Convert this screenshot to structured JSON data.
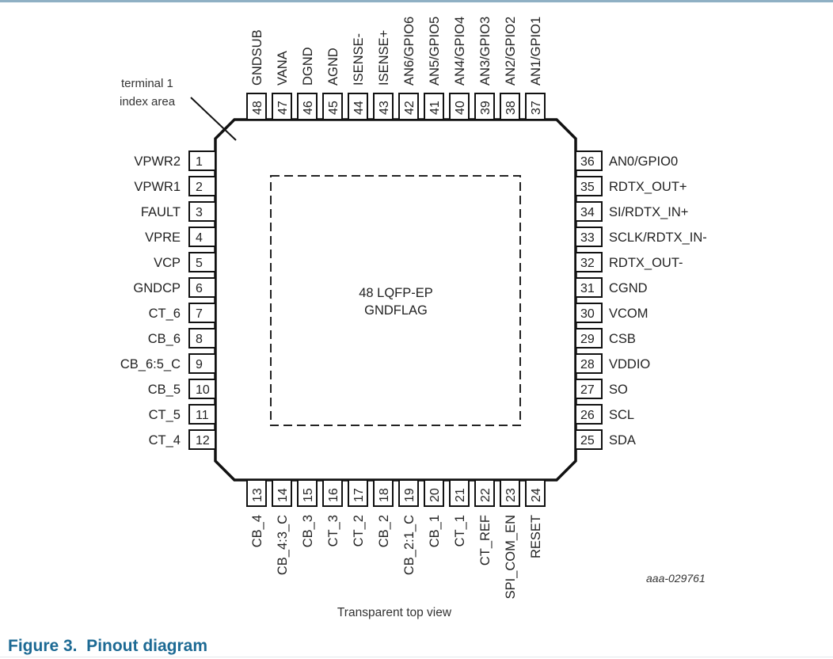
{
  "figure": {
    "caption": "Figure 3.  Pinout diagram",
    "package_label": "48 LQFP-EP",
    "exposed_pad_label": "GNDFLAG",
    "terminal_note_line1": "terminal 1",
    "terminal_note_line2": "index area",
    "view_label": "Transparent top view",
    "drawing_code": "aaa-029761",
    "accent_color": "#1d6a94"
  },
  "pins": {
    "left": [
      {
        "num": "1",
        "name": "VPWR2"
      },
      {
        "num": "2",
        "name": "VPWR1"
      },
      {
        "num": "3",
        "name": "FAULT"
      },
      {
        "num": "4",
        "name": "VPRE"
      },
      {
        "num": "5",
        "name": "VCP"
      },
      {
        "num": "6",
        "name": "GNDCP"
      },
      {
        "num": "7",
        "name": "CT_6"
      },
      {
        "num": "8",
        "name": "CB_6"
      },
      {
        "num": "9",
        "name": "CB_6:5_C"
      },
      {
        "num": "10",
        "name": "CB_5"
      },
      {
        "num": "11",
        "name": "CT_5"
      },
      {
        "num": "12",
        "name": "CT_4"
      }
    ],
    "bottom": [
      {
        "num": "13",
        "name": "CB_4"
      },
      {
        "num": "14",
        "name": "CB_4:3_C"
      },
      {
        "num": "15",
        "name": "CB_3"
      },
      {
        "num": "16",
        "name": "CT_3"
      },
      {
        "num": "17",
        "name": "CT_2"
      },
      {
        "num": "18",
        "name": "CB_2"
      },
      {
        "num": "19",
        "name": "CB_2:1_C"
      },
      {
        "num": "20",
        "name": "CB_1"
      },
      {
        "num": "21",
        "name": "CT_1"
      },
      {
        "num": "22",
        "name": "CT_REF"
      },
      {
        "num": "23",
        "name": "SPI_COM_EN"
      },
      {
        "num": "24",
        "name": "RESET"
      }
    ],
    "right": [
      {
        "num": "36",
        "name": "AN0/GPIO0"
      },
      {
        "num": "35",
        "name": "RDTX_OUT+"
      },
      {
        "num": "34",
        "name": "SI/RDTX_IN+"
      },
      {
        "num": "33",
        "name": "SCLK/RDTX_IN-"
      },
      {
        "num": "32",
        "name": "RDTX_OUT-"
      },
      {
        "num": "31",
        "name": "CGND"
      },
      {
        "num": "30",
        "name": "VCOM"
      },
      {
        "num": "29",
        "name": "CSB"
      },
      {
        "num": "28",
        "name": "VDDIO"
      },
      {
        "num": "27",
        "name": "SO"
      },
      {
        "num": "26",
        "name": "SCL"
      },
      {
        "num": "25",
        "name": "SDA"
      }
    ],
    "top": [
      {
        "num": "48",
        "name": "GNDSUB"
      },
      {
        "num": "47",
        "name": "VANA"
      },
      {
        "num": "46",
        "name": "DGND"
      },
      {
        "num": "45",
        "name": "AGND"
      },
      {
        "num": "44",
        "name": "ISENSE-"
      },
      {
        "num": "43",
        "name": "ISENSE+"
      },
      {
        "num": "42",
        "name": "AN6/GPIO6"
      },
      {
        "num": "41",
        "name": "AN5/GPIO5"
      },
      {
        "num": "40",
        "name": "AN4/GPIO4"
      },
      {
        "num": "39",
        "name": "AN3/GPIO3"
      },
      {
        "num": "38",
        "name": "AN2/GPIO2"
      },
      {
        "num": "37",
        "name": "AN1/GPIO1"
      }
    ]
  }
}
